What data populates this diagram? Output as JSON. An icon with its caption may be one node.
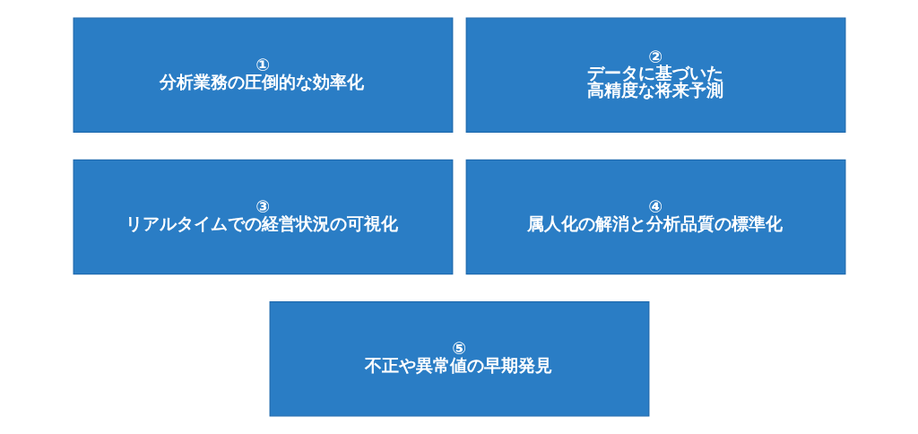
{
  "diagram": {
    "nodes": [
      {
        "text": [
          "①",
          "分析業務の圧倒的な効率化"
        ]
      },
      {
        "text": [
          "②",
          "データに基づいた高精度な将来予測"
        ]
      },
      {
        "text": [
          "③",
          "リアルタイムでの経営状況の可視化"
        ]
      },
      {
        "text": [
          "④",
          "属人化の解消と分析品質の標準化"
        ]
      },
      {
        "text": [
          "⑤",
          "不正や異常値の早期発見"
        ]
      }
    ],
    "edges": []
  }
}
